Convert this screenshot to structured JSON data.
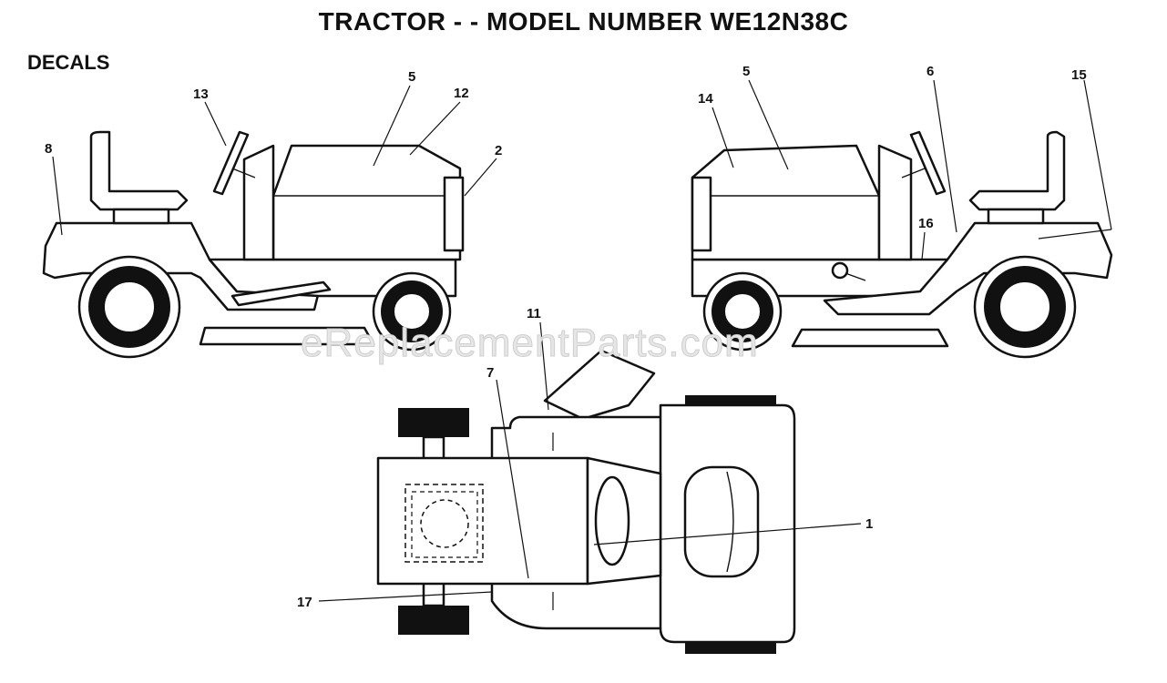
{
  "header": {
    "title": "TRACTOR - - MODEL NUMBER WE12N38C",
    "section": "DECALS"
  },
  "watermark": "eReplacementParts.com",
  "callouts": {
    "c1": "1",
    "c2": "2",
    "c5a": "5",
    "c5b": "5",
    "c6": "6",
    "c7": "7",
    "c8": "8",
    "c11": "11",
    "c12": "12",
    "c13": "13",
    "c14": "14",
    "c15": "15",
    "c16": "16",
    "c17": "17"
  }
}
